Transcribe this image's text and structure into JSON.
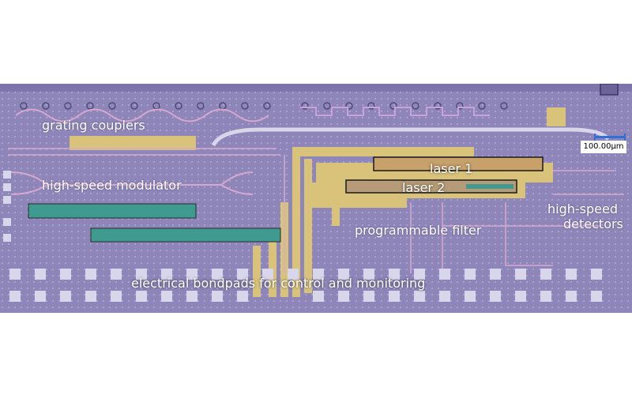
{
  "labels": {
    "grating_couplers": "grating couplers",
    "high_speed_modulator": "high-speed modulator",
    "laser_1": "laser 1",
    "laser_2": "laser 2",
    "programmable_filter": "programmable filter",
    "high_speed_detectors_line1": "high-speed",
    "high_speed_detectors_line2": "detectors",
    "bondpads": "electrical bondpads for control and monitoring"
  },
  "scale_bar": {
    "text": "100.00µm"
  },
  "colors": {
    "substrate": "#8e86b9",
    "gold_traces": "#d9c27a",
    "waveguide_pink": "#d7a8cf",
    "modulator_teal": "#3f9b8f",
    "pad_light": "#d8d6ea",
    "scale_blue": "#2f6fd6"
  }
}
